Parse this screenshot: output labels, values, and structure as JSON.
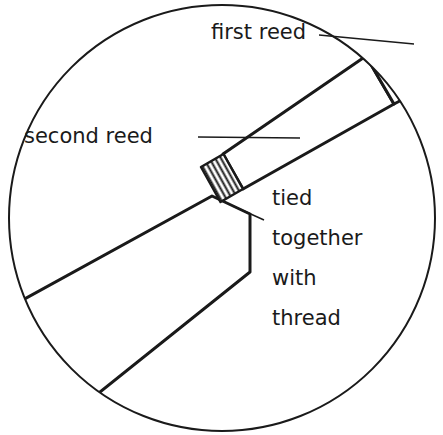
{
  "diagram": {
    "labels": [
      "first reed",
      "second reed",
      "tied together with thread"
    ]
  }
}
